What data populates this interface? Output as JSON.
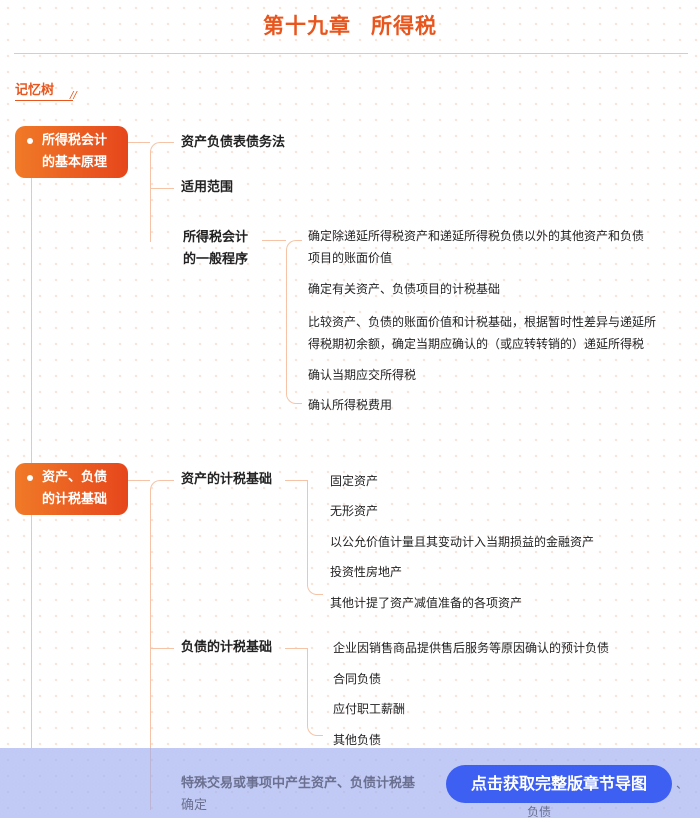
{
  "header": {
    "chapter": "第十九章",
    "title": "所得税"
  },
  "section_label": "记忆树",
  "tree": {
    "node1": {
      "label_line1": "所得税会计",
      "label_line2": "的基本原理",
      "children": [
        {
          "label": "资产负债表债务法"
        },
        {
          "label": "适用范围"
        },
        {
          "label_line1": "所得税会计",
          "label_line2": "的一般程序",
          "items": [
            "确定除递延所得税资产和递延所得税负债以外的其他资产和负债",
            "项目的账面价值",
            "确定有关资产、负债项目的计税基础",
            "比较资产、负债的账面价值和计税基础，根据暂时性差异与递延所",
            "得税期初余额，确定当期应确认的（或应转转销的）递延所得税",
            "确认当期应交所得税",
            "确认所得税费用"
          ]
        }
      ]
    },
    "node2": {
      "label_line1": "资产、负债",
      "label_line2": "的计税基础",
      "children": [
        {
          "label": "资产的计税基础",
          "items": [
            "固定资产",
            "无形资产",
            "以公允价值计量且其变动计入当期损益的金融资产",
            "投资性房地产",
            "其他计提了资产减值准备的各项资产"
          ]
        },
        {
          "label": "负债的计税基础",
          "items": [
            "企业因销售商品提供售后服务等原因确认的预计负债",
            "合同负债",
            "应付职工薪酬",
            "其他负债"
          ]
        },
        {
          "label_line1": "特殊交易或事项中产生资产、负债计税基",
          "label_line2": "确定",
          "right_fragment_1": "、",
          "right_fragment_2": "负债"
        }
      ]
    }
  },
  "cta": {
    "label": "点击获取完整版章节导图"
  },
  "colors": {
    "accent": "#e8561e",
    "cta": "#3d5ff2",
    "overlay": "#9eaef0"
  }
}
